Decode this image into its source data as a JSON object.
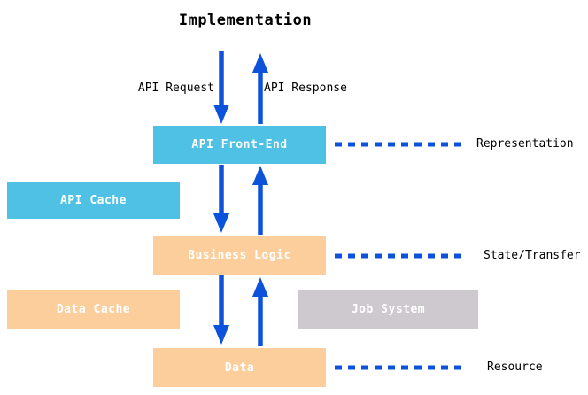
{
  "title": "Implementation",
  "flow_labels": {
    "request": "API Request",
    "response": "API Response"
  },
  "boxes": {
    "api_front_end": {
      "label": "API Front-End",
      "color": "#4ec1e4"
    },
    "api_cache": {
      "label": "API Cache",
      "color": "#4ec1e4"
    },
    "business_logic": {
      "label": "Business Logic",
      "color": "#fcce9b"
    },
    "data_cache": {
      "label": "Data Cache",
      "color": "#fcce9b"
    },
    "job_system": {
      "label": "Job System",
      "color": "#cdc9ce"
    },
    "data": {
      "label": "Data",
      "color": "#fcce9b"
    }
  },
  "layer_labels": {
    "representation": "Representation",
    "state_transfer": "State/Transfer",
    "resource": "Resource"
  },
  "colors": {
    "arrow_blue": "#0d52db",
    "dash_blue": "#0d52db",
    "box_text": "#ffffff",
    "text": "#000000",
    "background": "#ffffff"
  }
}
